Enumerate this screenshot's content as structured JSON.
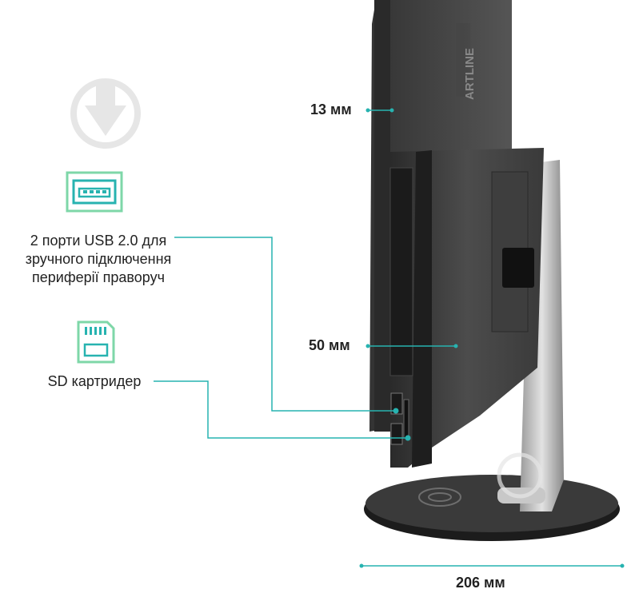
{
  "dimensions": {
    "thickness_top": "13 мм",
    "thickness_body": "50 мм",
    "stand_depth": "206 мм"
  },
  "features": {
    "usb_label": "2 порти USB 2.0 для зручного підключення периферії праворуч",
    "sd_label": "SD картридер"
  },
  "brand": {
    "logo_text": "ARTLINE"
  },
  "colors": {
    "accent": "#27b3b0",
    "icon_green": "#7ed7a8",
    "watermark": "#e6e6e6"
  }
}
